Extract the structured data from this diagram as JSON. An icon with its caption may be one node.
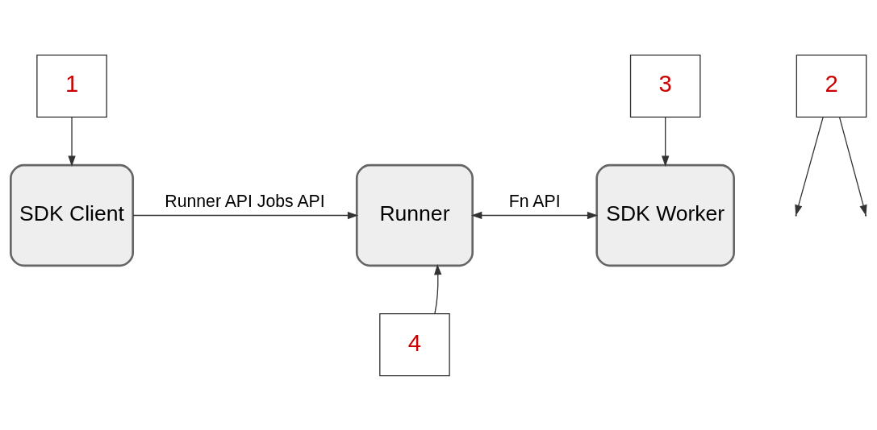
{
  "diagram": {
    "nodes": [
      {
        "text": [
          "1"
        ]
      },
      {
        "text": [
          "2"
        ]
      },
      {
        "text": [
          "3"
        ]
      },
      {
        "text": [
          "SDK Client"
        ]
      },
      {
        "text": [
          "Runner"
        ]
      },
      {
        "text": [
          "SDK Worker"
        ]
      },
      {
        "text": [
          "4"
        ]
      }
    ],
    "edges": [
      {
        "from": 0,
        "to": 3,
        "arrow": "to"
      },
      {
        "from": 1,
        "to": null,
        "arrow": "to"
      },
      {
        "from": 1,
        "to": null,
        "arrow": "to"
      },
      {
        "from": 2,
        "to": 5,
        "arrow": "to"
      },
      {
        "from": 3,
        "to": 4,
        "arrow": "to",
        "label": "Runner API Jobs API"
      },
      {
        "from": 4,
        "to": 5,
        "arrow": "both",
        "label": "Fn API"
      },
      {
        "from": 6,
        "to": 4,
        "arrow": "to"
      }
    ]
  }
}
